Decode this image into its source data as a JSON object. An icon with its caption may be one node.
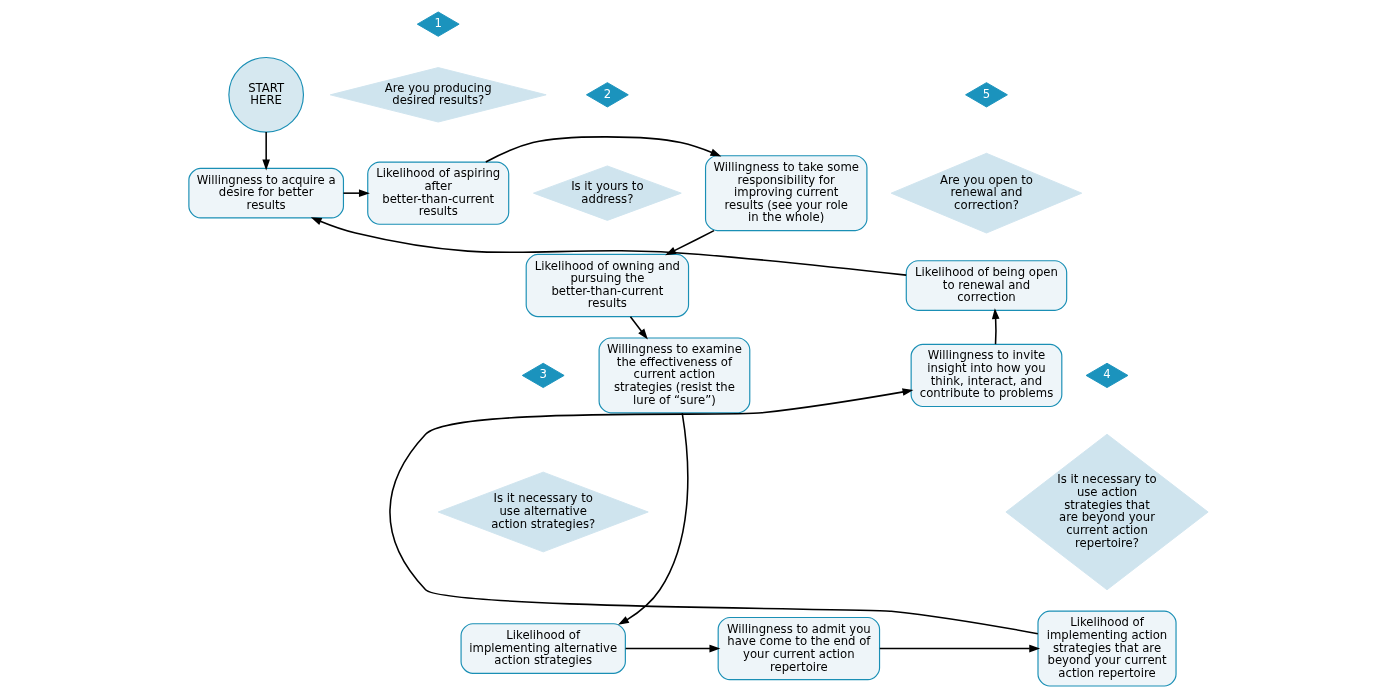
{
  "diagram": {
    "nodes": [
      {
        "text": [
          "START HERE"
        ]
      },
      {
        "text": [
          "Willingness to acquire a desire for better results"
        ]
      },
      {
        "text": [
          "1"
        ]
      },
      {
        "text": [
          "Are you producing desired results?"
        ]
      },
      {
        "text": [
          "Likelihood of aspiring after better-than-current results"
        ]
      },
      {
        "text": [
          "Willingness to take some responsibility for improving current results (see your role in the whole)"
        ]
      },
      {
        "text": [
          "2"
        ]
      },
      {
        "text": [
          "Is it yours to address?"
        ]
      },
      {
        "text": [
          "Likelihood of owning and pursuing the better-than-current results"
        ]
      },
      {
        "text": [
          "Willingness to examine the effectiveness of current action strategies (resist the lure of “sure”)"
        ]
      },
      {
        "text": [
          "3"
        ]
      },
      {
        "text": [
          "Is it necessary to use alternative action strategies?"
        ]
      },
      {
        "text": [
          "Likelihood of implementing alternative action strategies"
        ]
      },
      {
        "text": [
          "Willingness to admit you have come to the end of your current action repertoire"
        ]
      },
      {
        "text": [
          "4"
        ]
      },
      {
        "text": [
          "Is it necessary to use action strategies that are beyond your current action repertoire?"
        ]
      },
      {
        "text": [
          "Likelihood of implementing action strategies that are beyond your current action repertoire"
        ]
      },
      {
        "text": [
          "Willingness to invite insight into how you think, interact, and contribute to problems"
        ]
      },
      {
        "text": [
          "5"
        ]
      },
      {
        "text": [
          "Are you open to renewal and correction?"
        ]
      },
      {
        "text": [
          "Likelihood of being open to renewal and correction"
        ]
      }
    ],
    "edges": [
      {
        "from": 0,
        "to": 1,
        "arrow": "to"
      },
      {
        "from": 1,
        "to": 4,
        "arrow": "to"
      },
      {
        "from": 4,
        "to": 5,
        "arrow": "to"
      },
      {
        "from": 5,
        "to": 8,
        "arrow": "to"
      },
      {
        "from": 8,
        "to": 9,
        "arrow": "to"
      },
      {
        "from": 9,
        "to": 12,
        "arrow": "to"
      },
      {
        "from": 12,
        "to": 13,
        "arrow": "to"
      },
      {
        "from": 13,
        "to": 16,
        "arrow": "to"
      },
      {
        "from": 16,
        "to": 17,
        "arrow": "to"
      },
      {
        "from": 17,
        "to": 20,
        "arrow": "to"
      },
      {
        "from": 20,
        "to": 1,
        "arrow": "to"
      }
    ]
  }
}
